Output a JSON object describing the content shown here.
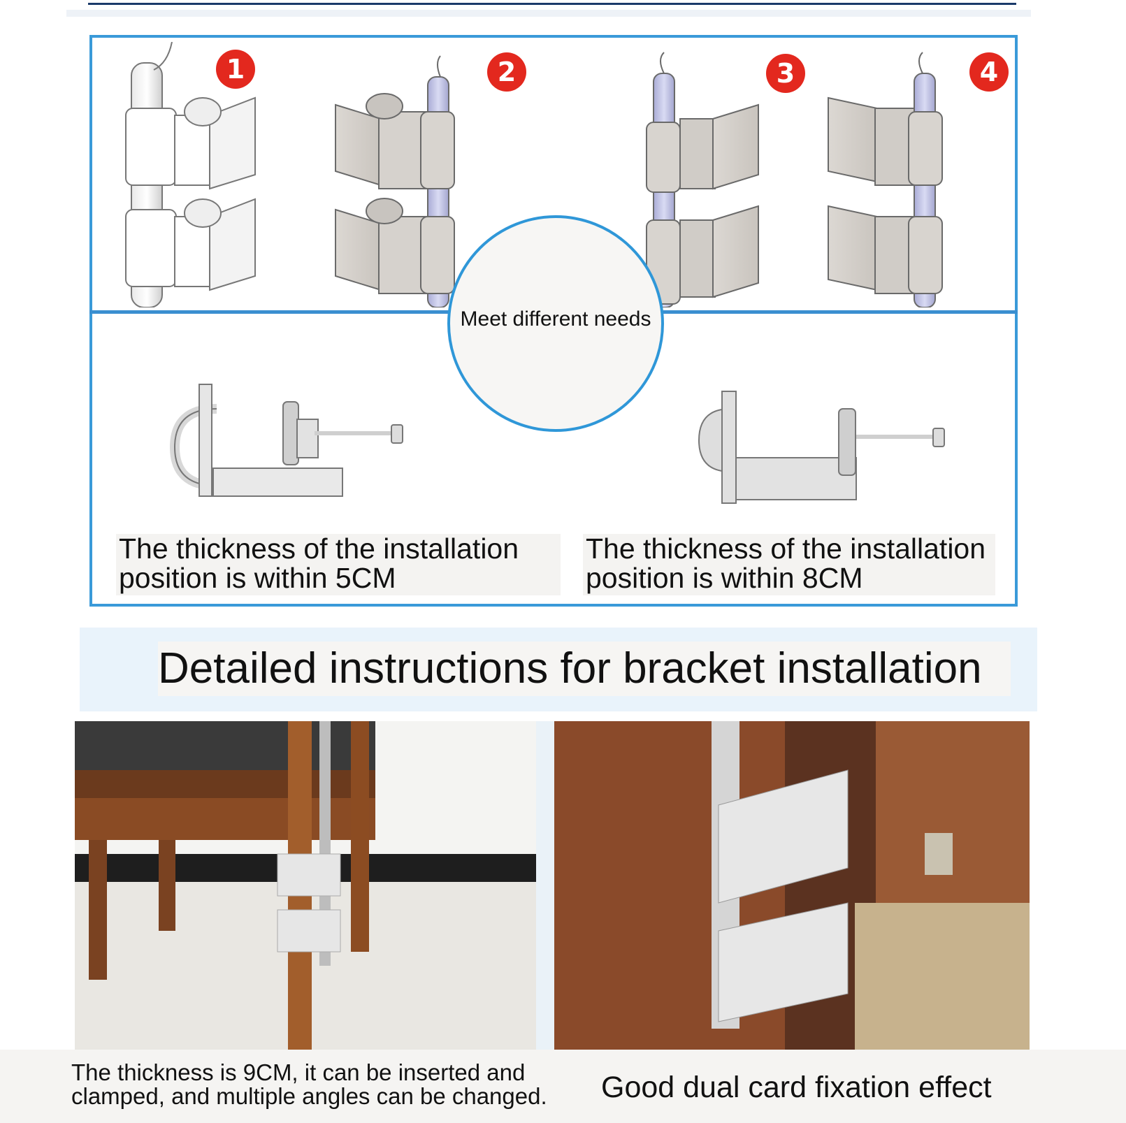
{
  "badges": {
    "b1": "1",
    "b2": "2",
    "b3": "3",
    "b4": "4"
  },
  "center_label": "Meet different needs",
  "thickness": {
    "left_line1": "The thickness of the installation",
    "left_line2": "position is within 5CM",
    "right_line1": "The thickness of the installation",
    "right_line2": "position is within 8CM"
  },
  "section_title": "Detailed instructions for bracket installation",
  "captions": {
    "left_line1": "The thickness is 9CM, it can be inserted and",
    "left_line2": "clamped, and multiple angles can be changed.",
    "right": "Good dual card fixation effect"
  },
  "colors": {
    "frame_blue": "#3a9ad9",
    "badge_red": "#e3281e",
    "tube_lilac": "#c9cbe9",
    "bracket_gray": "#d7d3cf"
  },
  "icons": {
    "badge_style": "red-number-circle"
  }
}
